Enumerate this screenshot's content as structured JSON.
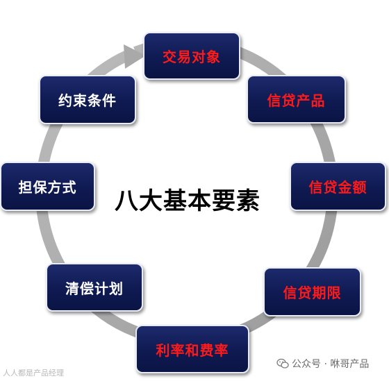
{
  "diagram": {
    "center_title": "八大基本要素",
    "elements": [
      {
        "label": "交易对象",
        "color": "red"
      },
      {
        "label": "信贷产品",
        "color": "red"
      },
      {
        "label": "信贷金额",
        "color": "red"
      },
      {
        "label": "信贷期限",
        "color": "red"
      },
      {
        "label": "利率和费率",
        "color": "red"
      },
      {
        "label": "清偿计划",
        "color": "white"
      },
      {
        "label": "担保方式",
        "color": "white"
      },
      {
        "label": "约束条件",
        "color": "white"
      }
    ]
  },
  "colors": {
    "node_fill": "#0f1a52",
    "node_border": "#e9ecf5",
    "highlight_text": "#ff1a1a",
    "normal_text": "#ffffff",
    "ring": "#a9a9a9"
  },
  "watermark": {
    "left_text": "人人都是产品经理",
    "right_text": "公众号 · 咻哥产品"
  }
}
